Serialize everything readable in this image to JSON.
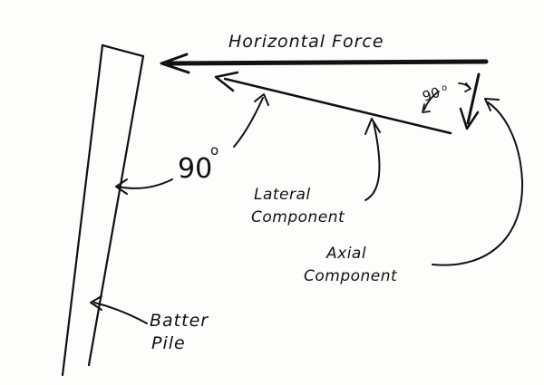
{
  "labels": {
    "horizontal_force": "Horizontal Force",
    "lateral_line1": "Lateral",
    "lateral_line2": "Component",
    "axial_line1": "Axial",
    "axial_line2": "Component",
    "batter_line1": "Batter",
    "batter_line2": "Pile",
    "angle_pile": "90",
    "angle_components": "90",
    "degree_symbol": "o"
  },
  "colors": {
    "ink": "#111111",
    "paper": "#fdfdfb"
  }
}
